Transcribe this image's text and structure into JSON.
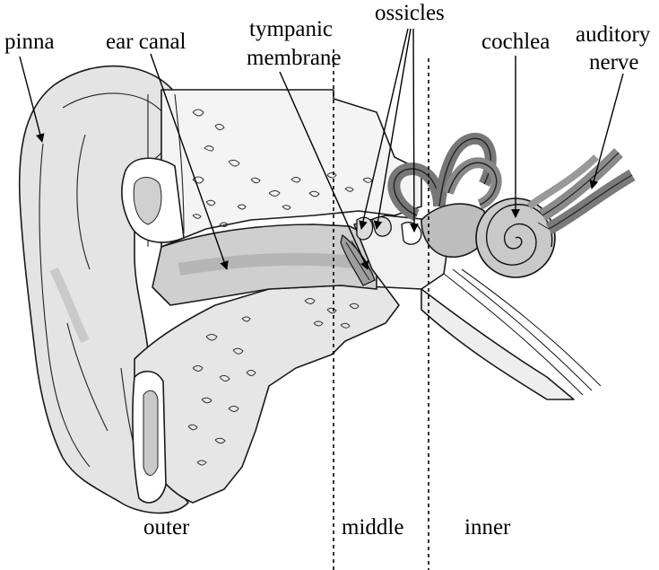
{
  "labels": {
    "pinna": "pinna",
    "ear_canal": "ear canal",
    "tympanic_line1": "tympanic",
    "tympanic_line2": "membrane",
    "ossicles": "ossicles",
    "cochlea": "cochlea",
    "auditory_line1": "auditory",
    "auditory_line2": "nerve"
  },
  "regions": {
    "outer": "outer",
    "middle": "middle",
    "inner": "inner"
  },
  "colors": {
    "skin_light": "#ececec",
    "skin_mid": "#d6d6d6",
    "skin_dark": "#b9b9b9",
    "bone": "#f7f7f7",
    "canal": "#cfcfcf",
    "nerve": "#8f8f8f",
    "ink": "#000000"
  }
}
